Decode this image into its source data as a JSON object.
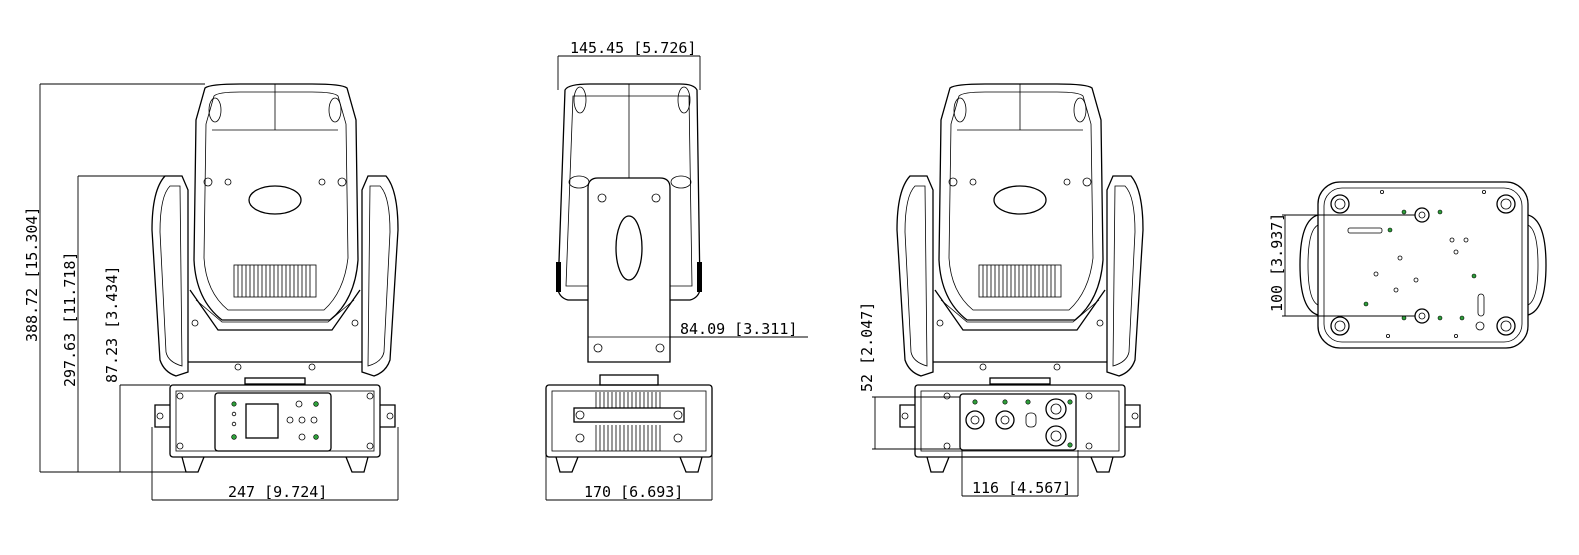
{
  "drawing": {
    "views": [
      {
        "id": "front",
        "name": "front-view"
      },
      {
        "id": "side",
        "name": "side-view"
      },
      {
        "id": "rear",
        "name": "rear-view"
      },
      {
        "id": "bottom",
        "name": "bottom-view"
      }
    ],
    "dimensions": {
      "overall_height": "388.72 [15.304]",
      "head_height": "297.63 [11.718]",
      "base_height": "87.23 [3.434]",
      "front_width": "247 [9.724]",
      "side_top_width": "145.45 [5.726]",
      "side_offset": "84.09 [3.311]",
      "side_base_width": "170 [6.693]",
      "rear_panel_height": "52 [2.047]",
      "rear_panel_width": "116 [4.567]",
      "bottom_spacing": "100 [3.937]"
    },
    "colors": {
      "line": "#000000",
      "indicator": "#2e9e3a"
    }
  }
}
